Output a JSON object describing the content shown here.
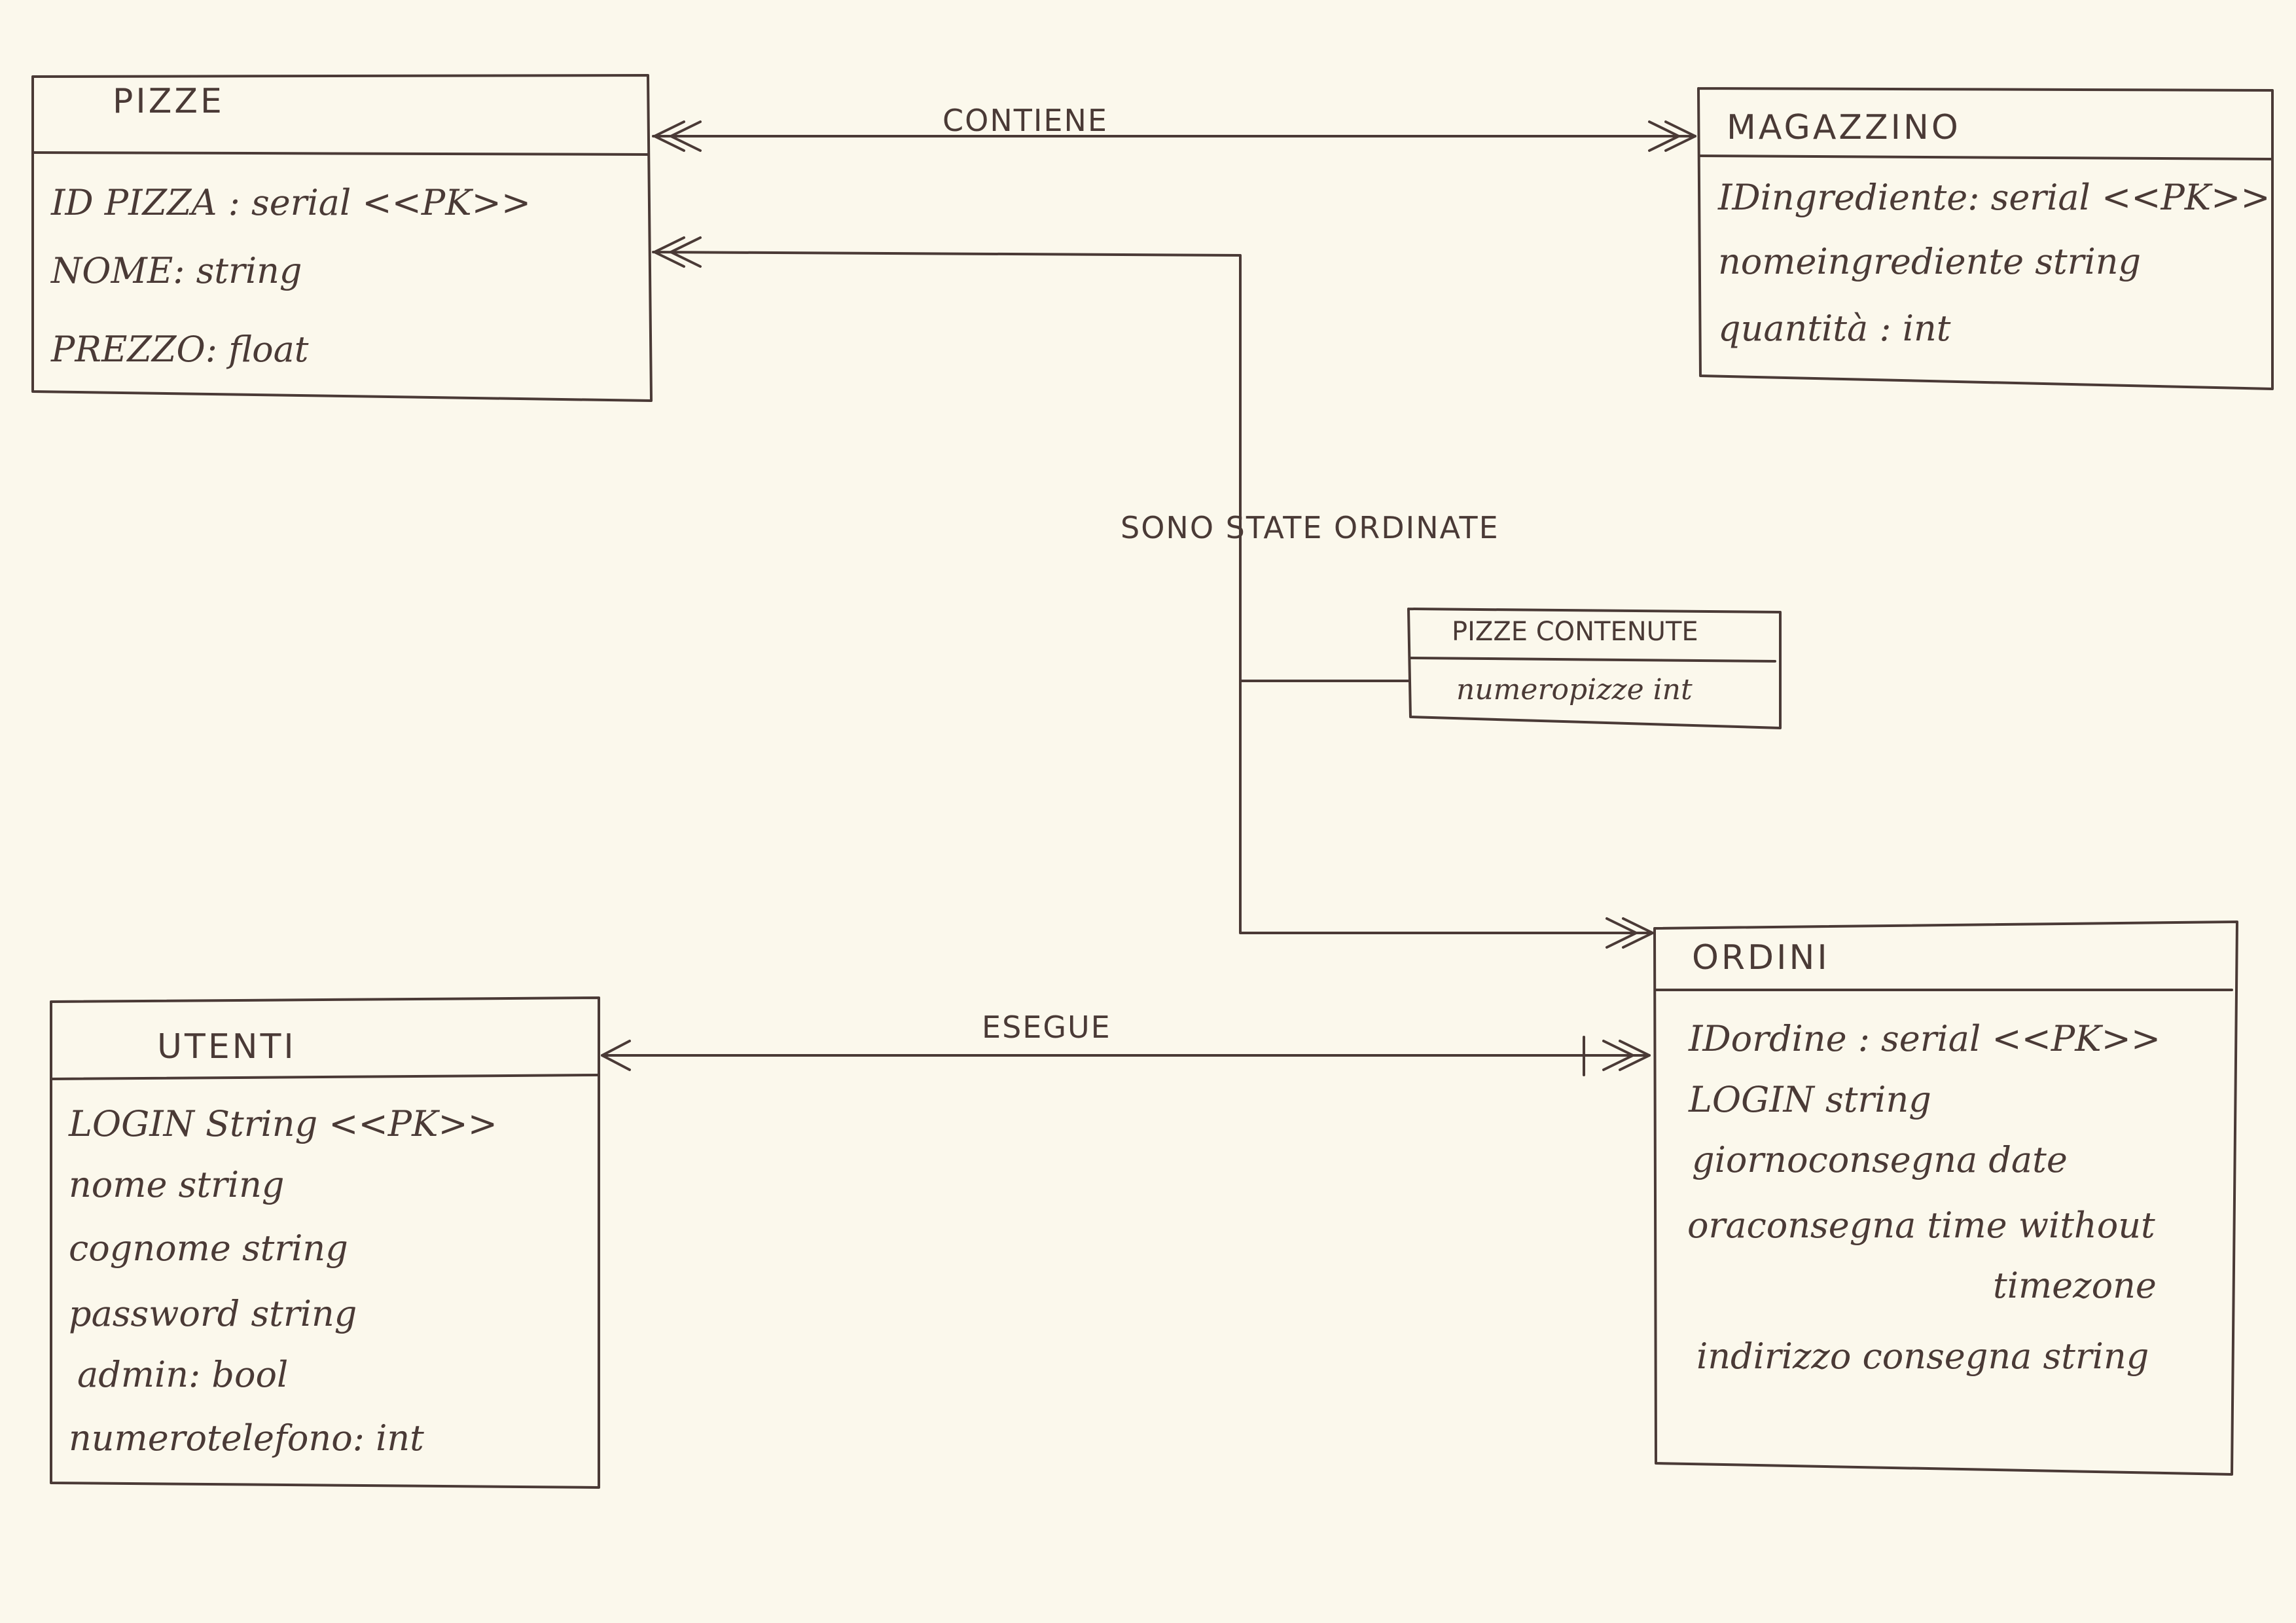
{
  "entities": {
    "pizze": {
      "title": "PIZZE",
      "attributes": [
        "ID PIZZA : serial <<PK>>",
        "NOME: string",
        "PREZZO: float"
      ]
    },
    "magazzino": {
      "title": "MAGAZZINO",
      "attributes": [
        "IDingrediente: serial <<PK>>",
        "nomeingrediente string",
        "quantità : int"
      ]
    },
    "utenti": {
      "title": "UTENTI",
      "attributes": [
        "LOGIN String <<PK>>",
        "nome string",
        "cognome string",
        "password string",
        "admin: bool",
        "numerotelefono: int"
      ]
    },
    "ordini": {
      "title": "ORDINI",
      "attributes": [
        "IDordine : serial <<PK>>",
        "LOGIN string",
        "giornoconsegna date",
        "oraconsegna time without",
        "timezone",
        "indirizzo consegna string"
      ]
    },
    "pizze_contenute": {
      "title": "PIZZE CONTENUTE",
      "attributes": [
        "numeropizze int"
      ]
    }
  },
  "relations": {
    "contiene": "CONTIENE",
    "sono_state_ordinate": "SONO STATE ORDINATE",
    "esegue": "ESEGUE"
  }
}
